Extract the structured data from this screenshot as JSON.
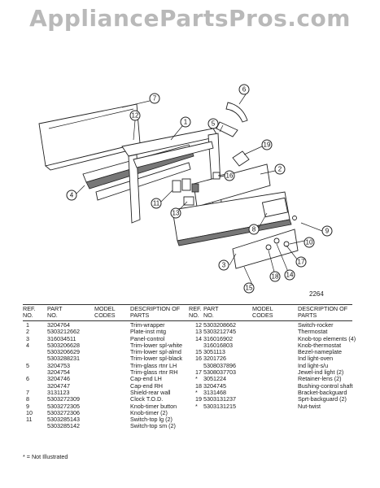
{
  "watermark": "AppliancePartsPros.com",
  "diagram_id": "2264",
  "callouts": [
    "1",
    "2",
    "3",
    "4",
    "5",
    "6",
    "7",
    "8",
    "9",
    "10",
    "11",
    "12",
    "13",
    "14",
    "15",
    "16",
    "17",
    "18",
    "19"
  ],
  "table_headers": {
    "ref_no": "REF. NO.",
    "part_no": "PART NO.",
    "model_codes": "MODEL CODES",
    "description": "DESCRIPTION OF PARTS"
  },
  "left_rows": [
    {
      "ref": "1",
      "part": "3204764",
      "desc": "Trim-wrapper"
    },
    {
      "ref": "2",
      "part": "5303212662",
      "desc": "Plate-inst mtg"
    },
    {
      "ref": "3",
      "part": "316034511",
      "desc": "Panel-control"
    },
    {
      "ref": "4",
      "part": "5303206628",
      "desc": "Trim-lower spl-white"
    },
    {
      "ref": "",
      "part": "5303206629",
      "desc": "Trim-lower spl-almd"
    },
    {
      "ref": "",
      "part": "5303288231",
      "desc": "Trim-lower spl-black"
    },
    {
      "ref": "5",
      "part": "3204753",
      "desc": "Trim-glass rtnr LH"
    },
    {
      "ref": "",
      "part": "3204754",
      "desc": "Trim-glass rtnr RH"
    },
    {
      "ref": "6",
      "part": "3204746",
      "desc": "Cap-end LH"
    },
    {
      "ref": "",
      "part": "3204747",
      "desc": "Cap-end RH"
    },
    {
      "ref": "7",
      "part": "3131123",
      "desc": "Shield-rear wall"
    },
    {
      "ref": "8",
      "part": "5303272309",
      "desc": "Clock T.O.D."
    },
    {
      "ref": "9",
      "part": "5303272305",
      "desc": "Knob-timer button"
    },
    {
      "ref": "10",
      "part": "5303272306",
      "desc": "Knob-timer (2)"
    },
    {
      "ref": "11",
      "part": "5303285143",
      "desc": "Switch-top lg (2)"
    },
    {
      "ref": "",
      "part": "5303285142",
      "desc": "Switch-top sm (2)"
    }
  ],
  "right_rows": [
    {
      "ref": "12",
      "part": "5303208662",
      "desc": "Switch-rocker"
    },
    {
      "ref": "13",
      "part": "5303212745",
      "desc": "Thermostat"
    },
    {
      "ref": "14",
      "part": "316016902",
      "desc": "Knob-top elements (4)"
    },
    {
      "ref": "",
      "part": "316016803",
      "desc": "Knob-thermostat"
    },
    {
      "ref": "15",
      "part": "3051113",
      "desc": "Bezel-nameplate"
    },
    {
      "ref": "16",
      "part": "3201726",
      "desc": "Ind light-oven"
    },
    {
      "ref": "",
      "part": "5308037896",
      "desc": "Ind light-s/u"
    },
    {
      "ref": "17",
      "part": "5308037703",
      "desc": "Jewel-ind light (2)"
    },
    {
      "ref": "*",
      "part": "3051224",
      "desc": "Retainer-lens (2)"
    },
    {
      "ref": "18",
      "part": "3204745",
      "desc": "Bushing-control shaft"
    },
    {
      "ref": "*",
      "part": "3131468",
      "desc": "Bracket-backguard"
    },
    {
      "ref": "19",
      "part": "5303131237",
      "desc": "Sprt-backguard (2)"
    },
    {
      "ref": "*",
      "part": "5303131215",
      "desc": "Nut-twist"
    }
  ],
  "footnote": "* = Not Illustrated"
}
